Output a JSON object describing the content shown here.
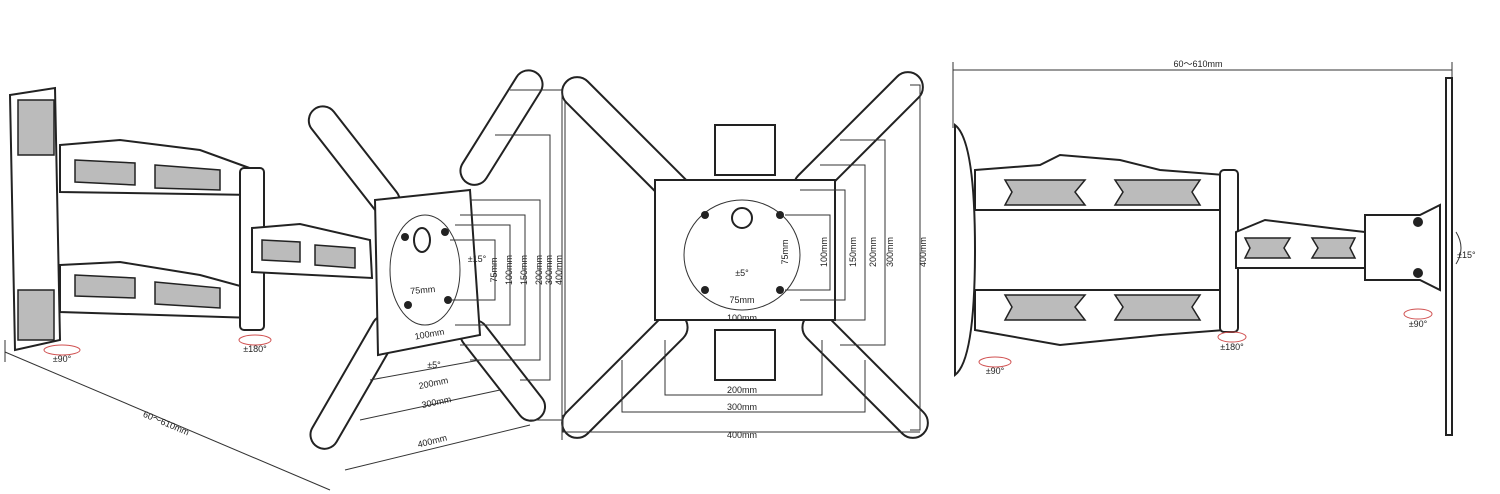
{
  "left_view": {
    "wall_rotation": "±90°",
    "arm_rotation": "±180°",
    "extension": "60～610mm",
    "vesa_vertical": [
      "75mm",
      "100mm",
      "150mm",
      "200mm",
      "300mm",
      "400mm"
    ],
    "vesa_horizontal": [
      "75mm",
      "100mm",
      "200mm",
      "300mm",
      "400mm"
    ],
    "tilt": "±15°",
    "level": "±5°"
  },
  "front_view": {
    "level": "±5°",
    "vesa_vertical": [
      "75mm",
      "100mm",
      "150mm",
      "200mm",
      "300mm",
      "400mm"
    ],
    "vesa_horizontal": [
      "75mm",
      "100mm",
      "200mm",
      "300mm",
      "400mm"
    ]
  },
  "top_view": {
    "extension": "60～610mm",
    "wall_rotation": "±90°",
    "arm_rotation": "±180°",
    "head_rotation": "±90°",
    "tilt": "±15°"
  }
}
